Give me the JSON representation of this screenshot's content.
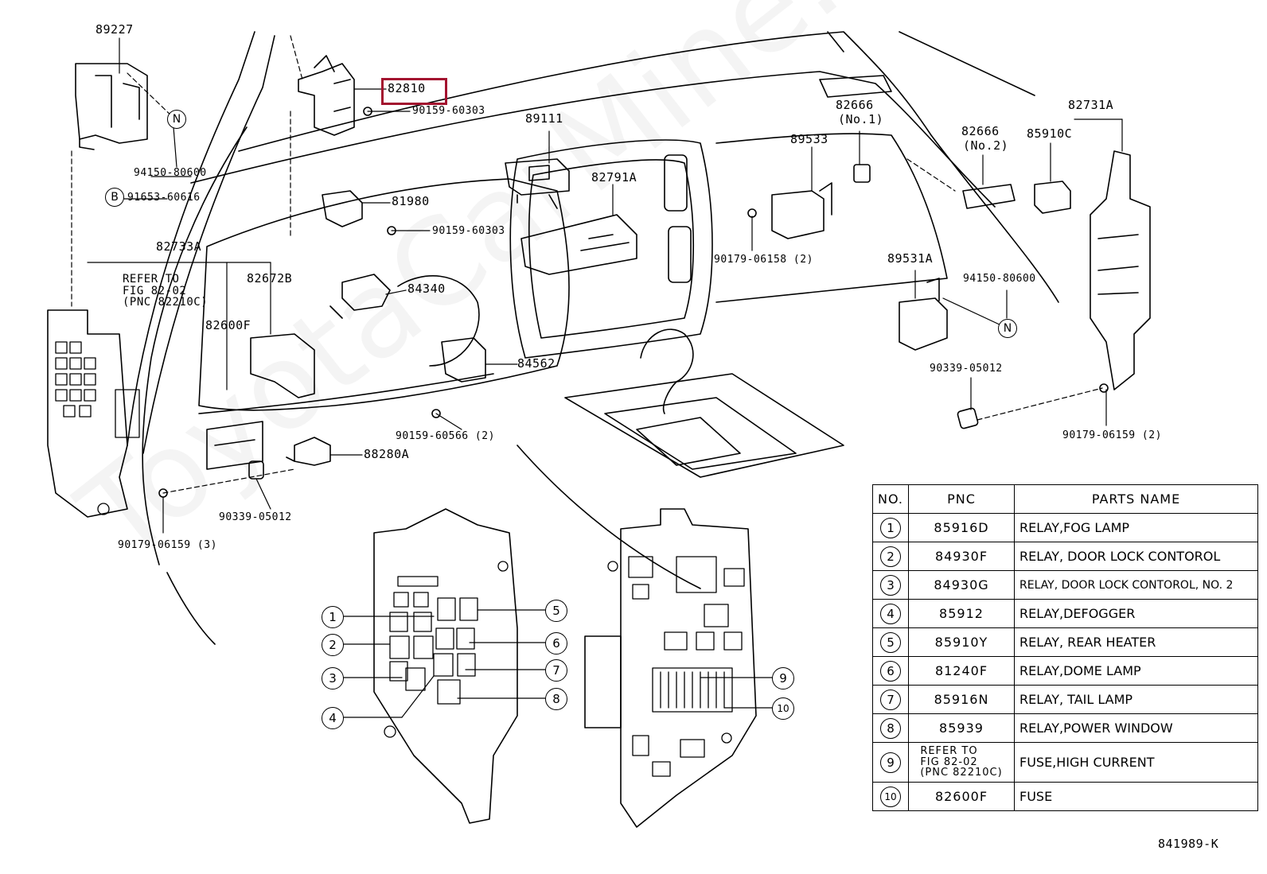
{
  "watermark": "ToyotaCarMine.ru",
  "highlight_color": "#a3122f",
  "labels": {
    "p89227": "89227",
    "p82810": "82810",
    "p9015960303a": "90159-60303",
    "p9415080600a": "94150-80600",
    "p9165360616": "91653-60616",
    "p82733A": "82733A",
    "refer1": "REFER TO\nFIG 82-02\n(PNC 82210C)",
    "p82672B": "82672B",
    "p82600F": "82600F",
    "p81980": "81980",
    "p9015960303b": "90159-60303",
    "p84340": "84340",
    "p89111": "89111",
    "p82791A": "82791A",
    "p84562": "84562",
    "p9015960566": "90159-60566 (2)",
    "p88280A": "88280A",
    "p9033905012a": "90339-05012",
    "p9017906159a": "90179-06159 (3)",
    "p82666no1a": "82666",
    "p82666no1b": "(No.1)",
    "p89533": "89533",
    "p9017906158": "90179-06158 (2)",
    "p82666no2a": "82666",
    "p82666no2b": "(No.2)",
    "p85910C": "85910C",
    "p82731A": "82731A",
    "p89531A": "89531A",
    "p9415080600b": "94150-80600",
    "p9033905012b": "90339-05012",
    "p9017906159b": "90179-06159 (2)",
    "drawing_no": "841989-K"
  },
  "letters": {
    "n1": "N",
    "b": "B",
    "n2": "N"
  },
  "callouts": [
    "1",
    "2",
    "3",
    "4",
    "5",
    "6",
    "7",
    "8",
    "9",
    "10"
  ],
  "table": {
    "headers": [
      "NO.",
      "PNC",
      "PARTS NAME"
    ],
    "rows": [
      {
        "no": "1",
        "pnc": "85916D",
        "name": "RELAY,FOG LAMP"
      },
      {
        "no": "2",
        "pnc": "84930F",
        "name": "RELAY, DOOR LOCK CONTOROL"
      },
      {
        "no": "3",
        "pnc": "84930G",
        "name": "RELAY, DOOR LOCK CONTOROL, NO. 2"
      },
      {
        "no": "4",
        "pnc": "85912",
        "name": "RELAY,DEFOGGER"
      },
      {
        "no": "5",
        "pnc": "85910Y",
        "name": "RELAY, REAR HEATER"
      },
      {
        "no": "6",
        "pnc": "81240F",
        "name": "RELAY,DOME LAMP"
      },
      {
        "no": "7",
        "pnc": "85916N",
        "name": "RELAY, TAIL LAMP"
      },
      {
        "no": "8",
        "pnc": "85939",
        "name": "RELAY,POWER WINDOW"
      },
      {
        "no": "9",
        "pnc": "REFER TO\nFIG 82-02\n(PNC 82210C)",
        "name": "FUSE,HIGH CURRENT"
      },
      {
        "no": "10",
        "pnc": "82600F",
        "name": "FUSE"
      }
    ]
  }
}
